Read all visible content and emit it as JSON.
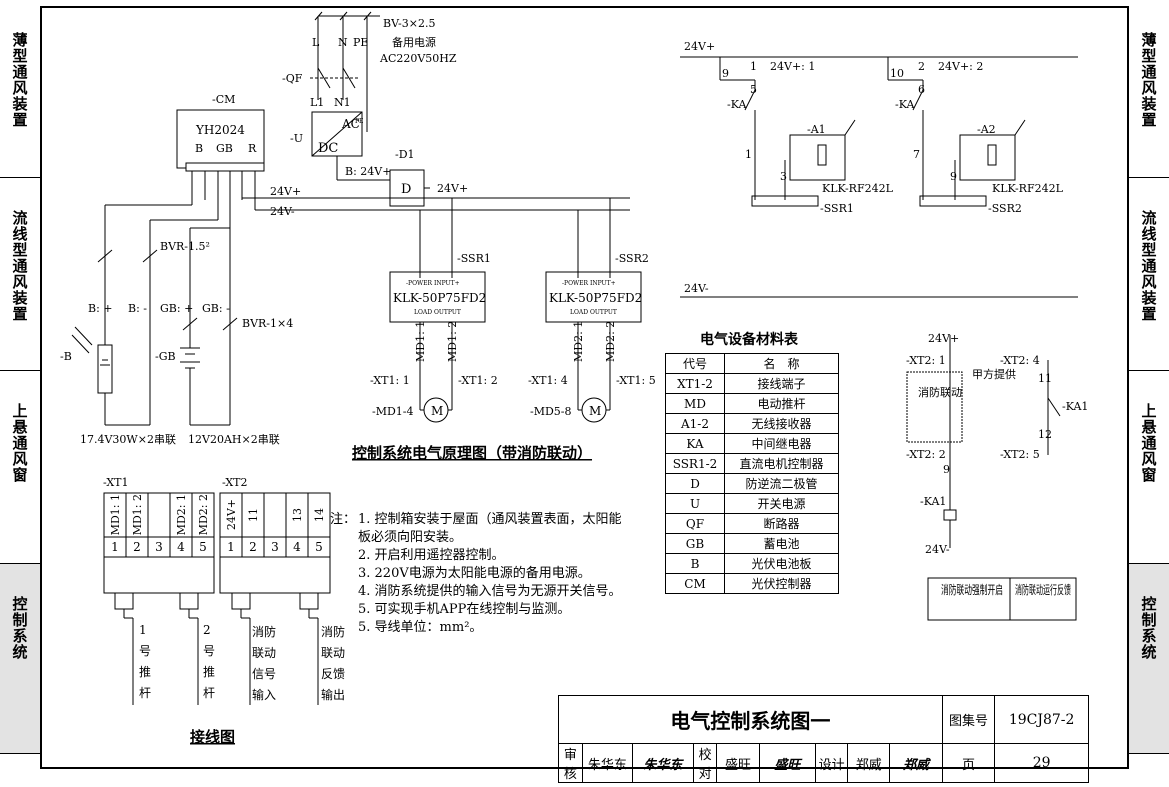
{
  "side_tabs_left": [
    {
      "label": "薄型通风装置"
    },
    {
      "label": "流线型通风装置"
    },
    {
      "label": "上悬通风窗"
    },
    {
      "label": "控制系统"
    }
  ],
  "side_tabs_right": [
    {
      "label": "薄型通风装置"
    },
    {
      "label": "流线型通风装置"
    },
    {
      "label": "上悬通风窗"
    },
    {
      "label": "控制系统"
    }
  ],
  "diagram": {
    "power_cable": "BV-3×2.5",
    "backup_power": "备用电源",
    "backup_power_spec": "AC220V50HZ",
    "L": "L",
    "N": "N",
    "PE": "PE",
    "qf": "-QF",
    "L1": "L1",
    "N1": "N1",
    "u": "-U",
    "dc": "DC",
    "ac": "AC",
    "pe_small": "PE",
    "cm": "-CM",
    "controller_model": "YH2024",
    "B": "B",
    "GB": "GB",
    "R": "R",
    "d1": "-D1",
    "b24": "B: 24V+",
    "D": "D",
    "p24": "24V+",
    "m24": "24V-",
    "bvr15": "BVR-1.5²",
    "bvr1x4": "BVR-1×4",
    "bplus": "B: +",
    "bminus": "B: -",
    "gbplus": "GB: +",
    "gbminus": "GB: -",
    "panel": "-B",
    "battery": "-GB",
    "panel_spec": "17.4V30W×2串联",
    "battery_spec": "12V20AH×2串联",
    "ssr1": "-SSR1",
    "ssr2": "-SSR2",
    "power_input": "-POWER INPUT+",
    "klk_model": "KLK-50P75FD2",
    "load_output": "LOAD OUTPUT",
    "md11": "MD1: 1",
    "md12": "MD1: 2",
    "md21": "MD2: 1",
    "md22": "MD2: 2",
    "xt11": "-XT1: 1",
    "xt12": "-XT1: 2",
    "xt14": "-XT1: 4",
    "xt15": "-XT1: 5",
    "md14": "-MD1-4",
    "md58": "-MD5-8",
    "M": "M",
    "title": "控制系统电气原理图（带消防联动）",
    "r24p": "24V+",
    "r24m": "24V-",
    "ka": "-KA",
    "a1": "-A1",
    "a2": "-A2",
    "rf": "KLK-RF242L",
    "n1": "1",
    "n2": "2",
    "r24p1": "24V+: 1",
    "r24p2": "24V+: 2",
    "n9": "9",
    "n5": "5",
    "n10": "10",
    "n6": "6",
    "n3": "3",
    "n7": "7",
    "ssr1r": "-SSR1",
    "ssr2r": "-SSR2"
  },
  "wiring": {
    "xt1": "-XT1",
    "xt2": "-XT2",
    "xt1_top": [
      "MD1: 1",
      "MD1: 2",
      "",
      "MD2: 1",
      "MD2: 2"
    ],
    "xt1_nums": [
      "1",
      "2",
      "3",
      "4",
      "5"
    ],
    "xt2_top": [
      "24V+",
      "11",
      "",
      "13",
      "14"
    ],
    "xt2_nums": [
      "1",
      "2",
      "3",
      "4",
      "5"
    ],
    "labels": [
      {
        "text": "1号推杆"
      },
      {
        "text": "2号推杆"
      },
      {
        "text": "消防联动信号输入"
      },
      {
        "text": "消防联动反馈输出"
      }
    ],
    "title": "接线图"
  },
  "notes": {
    "heading": "注：",
    "items": [
      "1. 控制箱安装于屋面（通风装置表面，太阳能板必须向阳安装。",
      "2. 开启利用遥控器控制。",
      "3. 220V电源为太阳能电源的备用电源。",
      "4. 消防系统提供的输入信号为无源开关信号。",
      "5. 可实现手机APP在线控制与监测。",
      "5. 导线单位：mm²。"
    ]
  },
  "materials": {
    "title": "电气设备材料表",
    "headers": [
      "代号",
      "名　称"
    ],
    "rows": [
      [
        "XT1-2",
        "接线端子"
      ],
      [
        "MD",
        "电动推杆"
      ],
      [
        "A1-2",
        "无线接收器"
      ],
      [
        "KA",
        "中间继电器"
      ],
      [
        "SSR1-2",
        "直流电机控制器"
      ],
      [
        "D",
        "防逆流二极管"
      ],
      [
        "U",
        "开关电源"
      ],
      [
        "QF",
        "断路器"
      ],
      [
        "GB",
        "蓄电池"
      ],
      [
        "B",
        "光伏电池板"
      ],
      [
        "CM",
        "光伏控制器"
      ]
    ]
  },
  "fire": {
    "p24": "24V+",
    "m24": "24V-",
    "xt21": "-XT2: 1",
    "xt22": "-XT2: 2",
    "xt24": "-XT2: 4",
    "xt25": "-XT2: 5",
    "link": "消防联动",
    "supply": "甲方提供",
    "n9": "9",
    "n11": "11",
    "n12": "12",
    "ka1": "-KA1",
    "ka1b": "-KA1",
    "cap1": "消防联动强制开启",
    "cap2": "消防联动运行反馈"
  },
  "title_block": {
    "title": "电气控制系统图一",
    "atlas_label": "图集号",
    "atlas_no": "19CJ87-2",
    "review": "审核",
    "reviewer": "朱华东",
    "reviewer_sig": "朱华东",
    "check": "校对",
    "checker": "盛旺",
    "checker_sig": "盛旺",
    "design": "设计",
    "designer": "郑威",
    "designer_sig": "郑威",
    "page_label": "页",
    "page_no": "29"
  }
}
